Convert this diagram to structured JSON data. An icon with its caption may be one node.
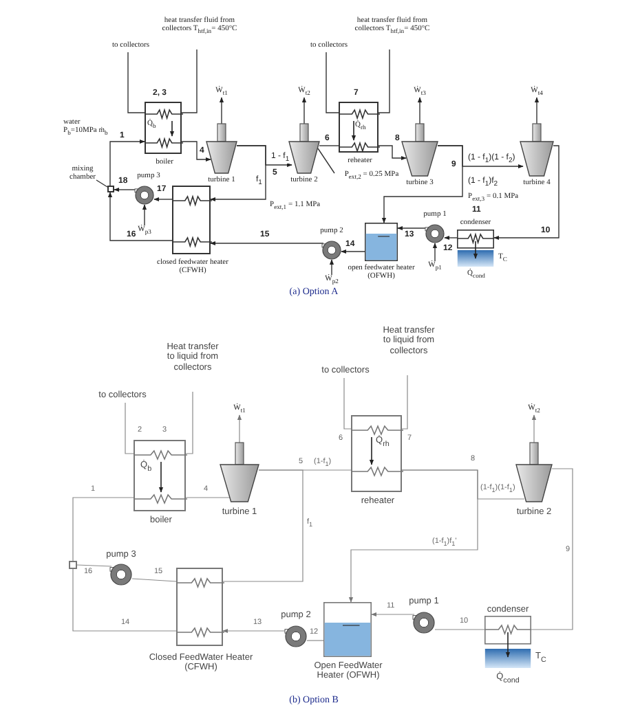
{
  "diagram": {
    "nodes": [
      {
        "text": [
          "to collectors"
        ]
      },
      {
        "text": [
          "heat transfer fluid from collectors T$_{htf,in}$= 450°C"
        ]
      },
      {
        "text": [
          "Q̇$_{b}$",
          "boiler"
        ]
      },
      {
        "text": [
          "turbine 1"
        ]
      },
      {
        "text": [
          "turbine 2"
        ]
      },
      {
        "text": [
          "to collectors"
        ]
      },
      {
        "text": [
          "heat transfer fluid from collectors T$_{htf,in}$= 450°C"
        ]
      },
      {
        "text": [
          "Q̇$_{rh}$",
          "reheater"
        ]
      },
      {
        "text": [
          "turbine 3"
        ]
      },
      {
        "text": [
          "turbine 4"
        ]
      },
      {
        "text": [
          "mixing chamber"
        ]
      },
      {
        "text": [],
        "shape": "box"
      },
      {
        "text": [
          "pump 3"
        ]
      },
      {
        "text": [
          "closed feedwater heater (CFWH)"
        ]
      },
      {
        "text": [
          "pump 2"
        ]
      },
      {
        "text": [
          "open feedwater heater (OFWH)"
        ]
      },
      {
        "text": [
          "pump 1"
        ]
      },
      {
        "text": [
          "condenser",
          "Q̇$_{cond}$",
          "T$_{C}$"
        ]
      },
      {
        "text": [
          "P$_{ext,2}$ = 0.25 MPa"
        ]
      },
      {
        "text": [
          "to collectors"
        ]
      },
      {
        "text": [
          "Heat transfer to liquid from collectors"
        ]
      },
      {
        "text": [
          "Q̇$_{b}$",
          "boiler"
        ]
      },
      {
        "text": [
          "turbine 1"
        ]
      },
      {
        "text": [
          "to collectors"
        ]
      },
      {
        "text": [
          "Heat transfer to liquid from collectors"
        ]
      },
      {
        "text": [
          "Q̇$_{rh}$",
          "reheater"
        ]
      },
      {
        "text": [
          "turbine 2"
        ]
      },
      {
        "text": [],
        "shape": "box"
      },
      {
        "text": [
          "pump 3"
        ]
      },
      {
        "text": [
          "Closed FeedWater Heater (CFWH)"
        ]
      },
      {
        "text": [
          "pump 2"
        ]
      },
      {
        "text": [
          "Open FeedWater Heater (OFWH)"
        ]
      },
      {
        "text": [
          "pump 1"
        ]
      },
      {
        "text": [
          "condenser",
          "Q̇$_{cond}$",
          "T$_{C}$"
        ]
      },
      {
        "text": [
          "Ẇ$_{t1}$"
        ]
      },
      {
        "text": [
          "Ẇ$_{t2}$"
        ]
      },
      {
        "text": [
          "Ẇ$_{t3}$"
        ]
      },
      {
        "text": [
          "Ẇ$_{t4}$"
        ]
      },
      {
        "text": [
          "Ẇ$_{p3}$"
        ]
      },
      {
        "text": [
          "Ẇ$_{p2}$"
        ]
      },
      {
        "text": [
          "Ẇ$_{p1}$"
        ]
      },
      {
        "text": [
          "Ẇ$_{t1}$"
        ]
      },
      {
        "text": [
          "Ẇ$_{t2}$"
        ]
      }
    ],
    "edges": [
      {
        "from": 1,
        "to": 2,
        "arrow": "none"
      },
      {
        "from": 2,
        "to": 0,
        "arrow": "none"
      },
      {
        "from": 11,
        "to": 2,
        "arrow": "to",
        "label": "1"
      },
      {
        "from": 2,
        "to": 3,
        "arrow": "to",
        "label": "4"
      },
      {
        "from": 3,
        "to": 4,
        "arrow": "to",
        "label": "1 - f$_{1}$"
      },
      {
        "from": 3,
        "to": 13,
        "arrow": "to",
        "label": "f$_{1}$"
      },
      {
        "from": 4,
        "to": 7,
        "arrow": "none",
        "label": "6"
      },
      {
        "from": 6,
        "to": 7,
        "arrow": "none"
      },
      {
        "from": 7,
        "to": 5,
        "arrow": "none"
      },
      {
        "from": 7,
        "to": 8,
        "arrow": "to",
        "label": "8"
      },
      {
        "from": 8,
        "to": 9,
        "arrow": "to",
        "label": "(1 - f$_{1}$)(1 - f$_{2}$)"
      },
      {
        "from": 8,
        "to": 15,
        "arrow": "to",
        "label": "(1 - f$_{1}$)f$_{2}$"
      },
      {
        "from": 9,
        "to": 17,
        "arrow": "to",
        "label": "10"
      },
      {
        "from": 17,
        "to": 16,
        "arrow": "to"
      },
      {
        "from": 16,
        "to": 15,
        "arrow": "to",
        "label": "13"
      },
      {
        "from": 15,
        "to": 14,
        "arrow": "to",
        "label": "14"
      },
      {
        "from": 14,
        "to": 13,
        "arrow": "to",
        "label": "15"
      },
      {
        "from": 13,
        "to": 11,
        "arrow": "to",
        "label": "16"
      },
      {
        "from": 13,
        "to": 12,
        "arrow": "to",
        "label": "17"
      },
      {
        "from": 12,
        "to": 11,
        "arrow": "to",
        "label": "18"
      },
      {
        "from": 10,
        "to": 11,
        "arrow": "none"
      },
      {
        "from": 18,
        "to": 4,
        "arrow": "none"
      },
      {
        "from": 3,
        "to": 34,
        "arrow": "to"
      },
      {
        "from": 4,
        "to": 35,
        "arrow": "to"
      },
      {
        "from": 8,
        "to": 36,
        "arrow": "to"
      },
      {
        "from": 9,
        "to": 37,
        "arrow": "to"
      },
      {
        "from": 38,
        "to": 12,
        "arrow": "to"
      },
      {
        "from": 39,
        "to": 14,
        "arrow": "to"
      },
      {
        "from": 40,
        "to": 16,
        "arrow": "to"
      },
      {
        "from": 20,
        "to": 21,
        "arrow": "none"
      },
      {
        "from": 21,
        "to": 19,
        "arrow": "none"
      },
      {
        "from": 27,
        "to": 21,
        "arrow": "none",
        "label": "1"
      },
      {
        "from": 21,
        "to": 22,
        "arrow": "none",
        "label": "4"
      },
      {
        "from": 22,
        "to": 25,
        "arrow": "none",
        "label": "(1-f$_{1}$)"
      },
      {
        "from": 22,
        "to": 29,
        "arrow": "none",
        "label": "f$_{1}$"
      },
      {
        "from": 24,
        "to": 25,
        "arrow": "none"
      },
      {
        "from": 25,
        "to": 23,
        "arrow": "none"
      },
      {
        "from": 25,
        "to": 26,
        "arrow": "none",
        "label": "(1-f$_{1}$)(1-f$_{1}$)"
      },
      {
        "from": 25,
        "to": 31,
        "arrow": "to",
        "label": "(1-f$_{1}$)f$_{1}$'"
      },
      {
        "from": 26,
        "to": 33,
        "arrow": "none",
        "label": "9"
      },
      {
        "from": 33,
        "to": 32,
        "arrow": "none",
        "label": "10"
      },
      {
        "from": 32,
        "to": 31,
        "arrow": "to",
        "label": "11"
      },
      {
        "from": 31,
        "to": 30,
        "arrow": "none",
        "label": "12"
      },
      {
        "from": 30,
        "to": 29,
        "arrow": "to",
        "label": "13"
      },
      {
        "from": 29,
        "to": 27,
        "arrow": "none",
        "label": "14"
      },
      {
        "from": 29,
        "to": 28,
        "arrow": "none",
        "label": "15"
      },
      {
        "from": 28,
        "to": 27,
        "arrow": "none",
        "label": "16"
      },
      {
        "from": 22,
        "to": 41,
        "arrow": "to"
      },
      {
        "from": 26,
        "to": 42,
        "arrow": "to"
      }
    ],
    "labels": [
      "water P$_{b}$=10MPa ṁ$_{b}$",
      "2, 3",
      "7",
      "5",
      "P$_{ext,1}$ = 1.1 MPa",
      "9",
      "P$_{ext,3}$ = 0.1 MPa",
      "11",
      "12",
      "(a) Option A",
      "2",
      "3",
      "6",
      "7",
      "5",
      "8",
      "(b) Option B"
    ]
  }
}
